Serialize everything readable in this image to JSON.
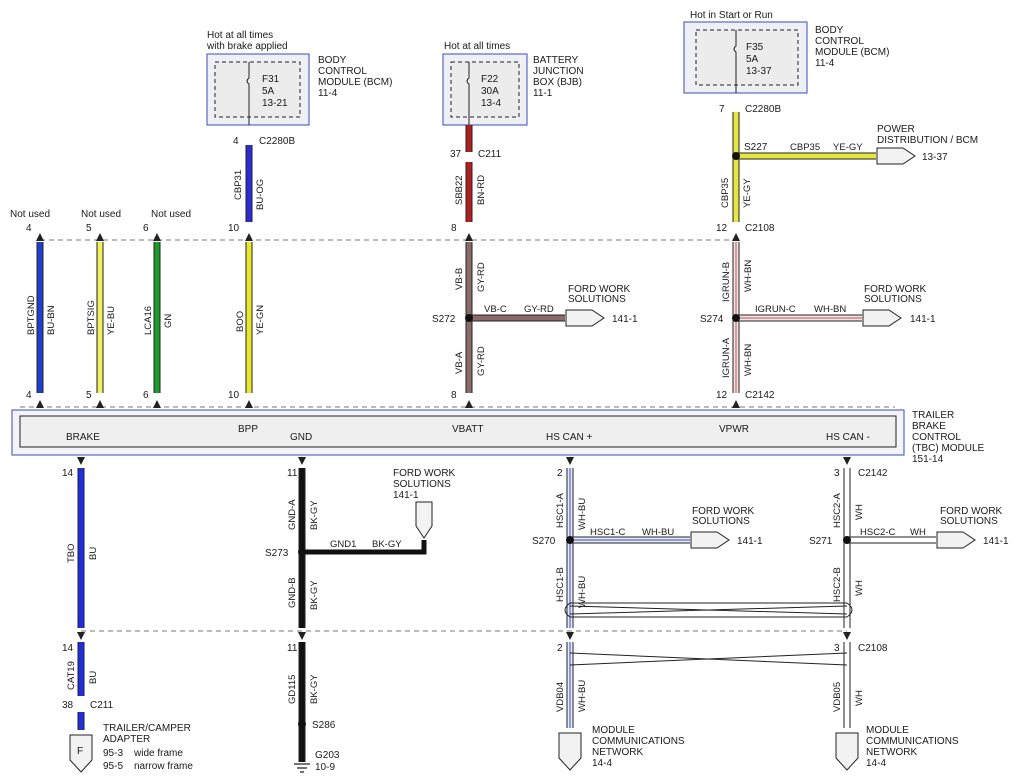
{
  "colors": {
    "BU-OG": "#2b2bd6",
    "BN-RD": "#b02020",
    "YE-GY": "#e6e640",
    "BU-BN": "#1f3fd0",
    "YE-BU": "#f0f060",
    "GN": "#1c9a2c",
    "YE-GN": "#e8e82c",
    "GY-RD": "#8a6a6a",
    "WH-BN": "#f3e6e6",
    "BU": "#1e2ee0",
    "BK-GY": "#111111",
    "WH-BU": "#e8ecff",
    "WH": "#ffffff",
    "module_border": "#5a67c8"
  },
  "top_modules": {
    "bcm1": {
      "hot": "Hot at all times",
      "hot2": "with brake applied",
      "fuse": "F31",
      "amp": "5A",
      "ref": "13-21",
      "name1": "BODY",
      "name2": "CONTROL",
      "name3": "MODULE (BCM)",
      "name4": "11-4",
      "pin": "4",
      "conn": "C2280B"
    },
    "bjb": {
      "hot": "Hot at all times",
      "fuse": "F22",
      "amp": "30A",
      "ref": "13-4",
      "name1": "BATTERY",
      "name2": "JUNCTION",
      "name3": "BOX (BJB)",
      "name4": "11-1",
      "pin": "37",
      "conn": "C211"
    },
    "bcm2": {
      "hot": "Hot in Start or Run",
      "fuse": "F35",
      "amp": "5A",
      "ref": "13-37",
      "name1": "BODY",
      "name2": "CONTROL",
      "name3": "MODULE (BCM)",
      "name4": "11-4",
      "pin": "7",
      "conn": "C2280B"
    }
  },
  "upper_wires": {
    "cbp31": {
      "circuit": "CBP31",
      "color": "BU-OG"
    },
    "sbb22": {
      "circuit": "SBB22",
      "color": "BN-RD"
    },
    "cbp35a": {
      "circuit": "CBP35",
      "color": "YE-GY"
    },
    "cbp35b": {
      "circuit": "CBP35",
      "color": "YE-GY"
    },
    "s227": "S227",
    "pd_label1": "POWER",
    "pd_label2": "DISTRIBUTION / BCM",
    "pd_ref": "13-37"
  },
  "c2108_top": {
    "pins": [
      "4",
      "5",
      "6",
      "10",
      "8",
      "12"
    ],
    "conn": "C2108",
    "not_used": [
      "Not used",
      "Not used",
      "Not used"
    ]
  },
  "mid_wires": {
    "bptgnd": {
      "circuit": "BPTGND",
      "color": "BU-BN"
    },
    "bptsig": {
      "circuit": "BPTSIG",
      "color": "YE-BU"
    },
    "lca16": {
      "circuit": "LCA16",
      "color": "GN"
    },
    "boo": {
      "circuit": "BOO",
      "color": "YE-GN"
    },
    "vbb": {
      "circuit": "VB-B",
      "color": "GY-RD"
    },
    "vba": {
      "circuit": "VB-A",
      "color": "GY-RD"
    },
    "vbc": {
      "circuit": "VB-C",
      "color": "GY-RD"
    },
    "igrunb": {
      "circuit": "IGRUN-B",
      "color": "WH-BN"
    },
    "iguna": {
      "circuit": "IGRUN-A",
      "color": "WH-BN"
    },
    "igrunc": {
      "circuit": "IGRUN-C",
      "color": "WH-BN"
    },
    "s272": "S272",
    "s274": "S274",
    "fws": "FORD WORK",
    "fws2": "SOLUTIONS",
    "fws_ref": "141-1"
  },
  "c2142_top": {
    "pins": [
      "4",
      "5",
      "6",
      "10",
      "8",
      "12"
    ],
    "conn": "C2142"
  },
  "tbc": {
    "pins": [
      "BRAKE",
      "BPP",
      "GND",
      "VBATT",
      "HS CAN +",
      "VPWR",
      "HS CAN -"
    ],
    "name1": "TRAILER",
    "name2": "BRAKE",
    "name3": "CONTROL",
    "name4": "(TBC) MODULE",
    "ref": "151-14"
  },
  "lower": {
    "pins_top": [
      "14",
      "11",
      "2",
      "3"
    ],
    "c2142": "C2142",
    "tbo": {
      "circuit": "TBO",
      "color": "BU"
    },
    "cat19": {
      "circuit": "CAT19",
      "color": "BU"
    },
    "gnda": {
      "circuit": "GND-A",
      "color": "BK-GY"
    },
    "gndb": {
      "circuit": "GND-B",
      "color": "BK-GY"
    },
    "gnd1": {
      "circuit": "GND1",
      "color": "BK-GY"
    },
    "gd115": {
      "circuit": "GD115",
      "color": "BK-GY"
    },
    "hsc1a": {
      "circuit": "HSC1-A",
      "color": "WH-BU"
    },
    "hsc1b": {
      "circuit": "HSC1-B",
      "color": "WH-BU"
    },
    "hsc1c": {
      "circuit": "HSC1-C",
      "color": "WH-BU"
    },
    "vdb04": {
      "circuit": "VDB04",
      "color": "WH-BU"
    },
    "hsc2a": {
      "circuit": "HSC2-A",
      "color": "WH"
    },
    "hsc2b": {
      "circuit": "HSC2-B",
      "color": "WH"
    },
    "hsc2c": {
      "circuit": "HSC2-C",
      "color": "WH"
    },
    "vdb05": {
      "circuit": "VDB05",
      "color": "WH"
    },
    "s273": "S273",
    "s270": "S270",
    "s271": "S271",
    "s286": "S286",
    "pins_mid": [
      "14",
      "11",
      "2",
      "3"
    ],
    "c2108": "C2108",
    "pin38": "38",
    "c211": "C211",
    "trailer1": "TRAILER/CAMPER",
    "trailer2": "ADAPTER",
    "trailer_ref1": "95-3",
    "trailer_desc1": "wide frame",
    "trailer_ref2": "95-5",
    "trailer_desc2": "narrow frame",
    "trailer_pin": "F",
    "g203": "G203",
    "g203_ref": "10-9",
    "mcn1": "MODULE",
    "mcn2": "COMMUNICATIONS",
    "mcn3": "NETWORK",
    "mcn_ref": "14-4"
  }
}
